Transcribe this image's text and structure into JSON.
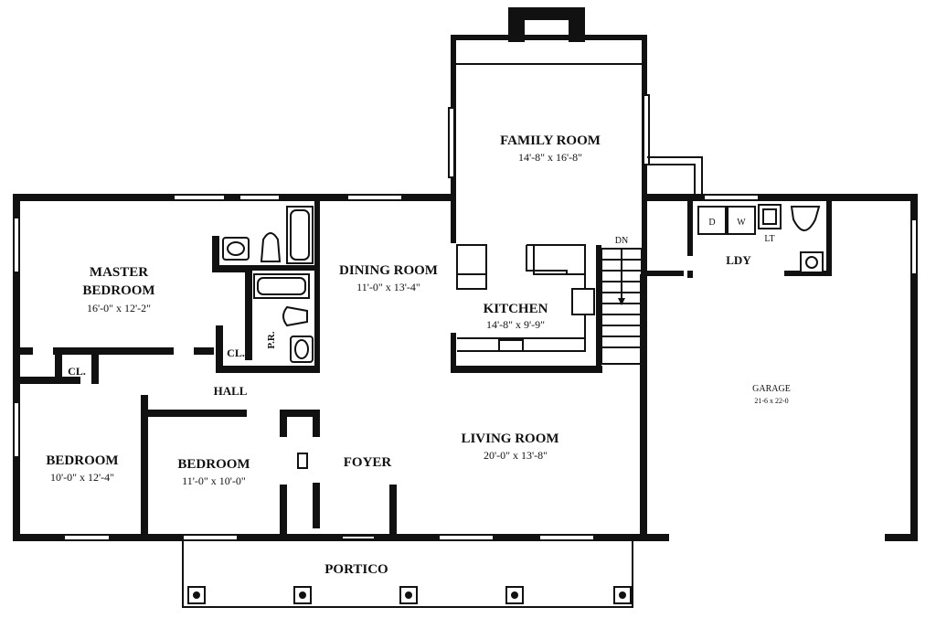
{
  "rooms": {
    "family_room": {
      "name": "FAMILY ROOM",
      "dims": "14'-8\" x 16'-8\""
    },
    "master_bedroom": {
      "name1": "MASTER",
      "name2": "BEDROOM",
      "dims": "16'-0\" x 12'-2\""
    },
    "dining_room": {
      "name": "DINING ROOM",
      "dims": "11'-0\" x 13'-4\""
    },
    "kitchen": {
      "name": "KITCHEN",
      "dims": "14'-8\" x 9'-9\""
    },
    "living_room": {
      "name": "LIVING ROOM",
      "dims": "20'-0\" x 13'-8\""
    },
    "bedroom_left": {
      "name": "BEDROOM",
      "dims": "10'-0\" x 12'-4\""
    },
    "bedroom_mid": {
      "name": "BEDROOM",
      "dims": "11'-0\" x 10'-0\""
    },
    "garage": {
      "name": "GARAGE",
      "dims": "21-6 x 22-0"
    },
    "hall": {
      "name": "HALL"
    },
    "foyer": {
      "name": "FOYER"
    },
    "portico": {
      "name": "PORTICO"
    },
    "laundry": {
      "name": "LDY"
    },
    "closet_a": {
      "name": "CL."
    },
    "closet_b": {
      "name": "CL."
    },
    "powder_room": {
      "name": "P.R."
    }
  },
  "fixtures": {
    "stairs_label": "DN",
    "dryer": "D",
    "washer": "W",
    "laundry_tub": "LT"
  }
}
